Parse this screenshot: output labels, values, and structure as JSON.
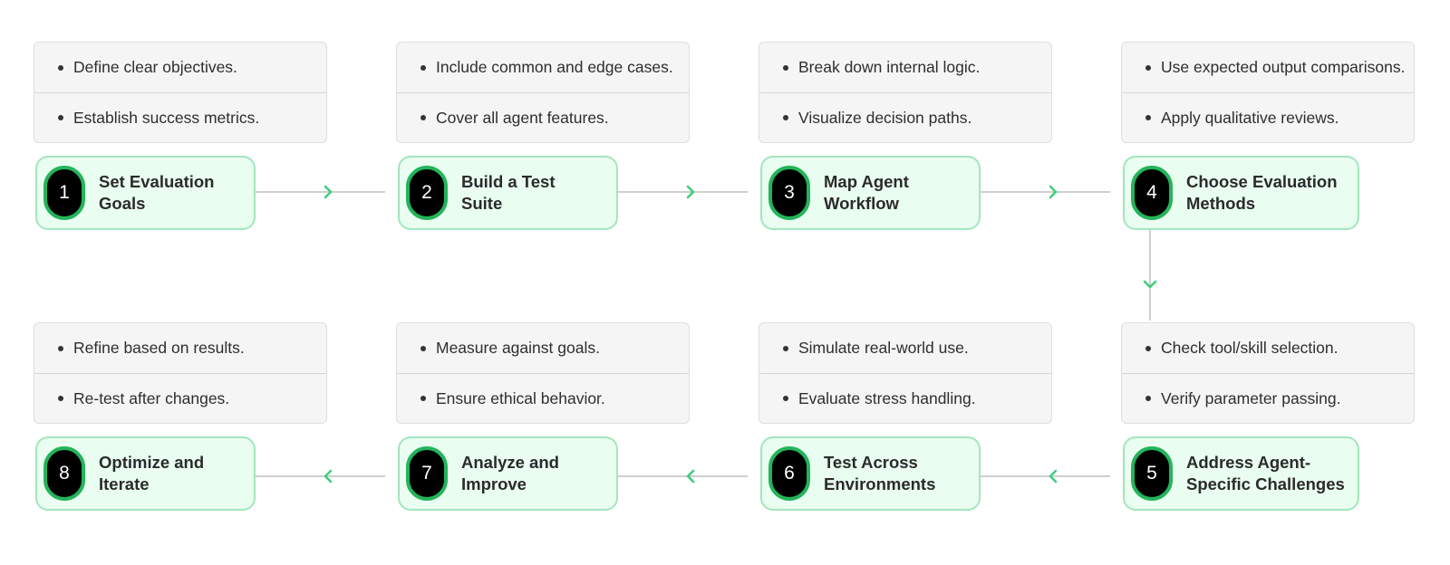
{
  "steps": [
    {
      "number": "1",
      "title": "Set Evaluation\nGoals",
      "notes": [
        "Define clear objectives.",
        "Establish success metrics."
      ]
    },
    {
      "number": "2",
      "title": "Build a Test\nSuite",
      "notes": [
        "Include common and edge cases.",
        "Cover all agent features."
      ]
    },
    {
      "number": "3",
      "title": "Map Agent\nWorkflow",
      "notes": [
        "Break down internal logic.",
        "Visualize decision paths."
      ]
    },
    {
      "number": "4",
      "title": "Choose Evaluation\nMethods",
      "notes": [
        "Use expected output comparisons.",
        "Apply qualitative reviews."
      ]
    },
    {
      "number": "5",
      "title": "Address Agent-\nSpecific Challenges",
      "notes": [
        "Check tool/skill selection.",
        "Verify parameter passing."
      ]
    },
    {
      "number": "6",
      "title": "Test Across\nEnvironments",
      "notes": [
        "Simulate real-world use.",
        "Evaluate stress handling."
      ]
    },
    {
      "number": "7",
      "title": "Analyze and\nImprove",
      "notes": [
        "Measure against goals.",
        "Ensure ethical behavior."
      ]
    },
    {
      "number": "8",
      "title": "Optimize and\nIterate",
      "notes": [
        "Refine based on results.",
        "Re-test after changes."
      ]
    }
  ],
  "colors": {
    "step_fill": "#e9fdf0",
    "step_border": "#a3e6bd",
    "number_ring": "#23b45a",
    "arrow": "#3fcf7d",
    "connector": "#cfcfcf"
  },
  "icons": {
    "arrow_right": "chevron-right-icon",
    "arrow_left": "chevron-left-icon",
    "arrow_down": "chevron-down-icon"
  }
}
